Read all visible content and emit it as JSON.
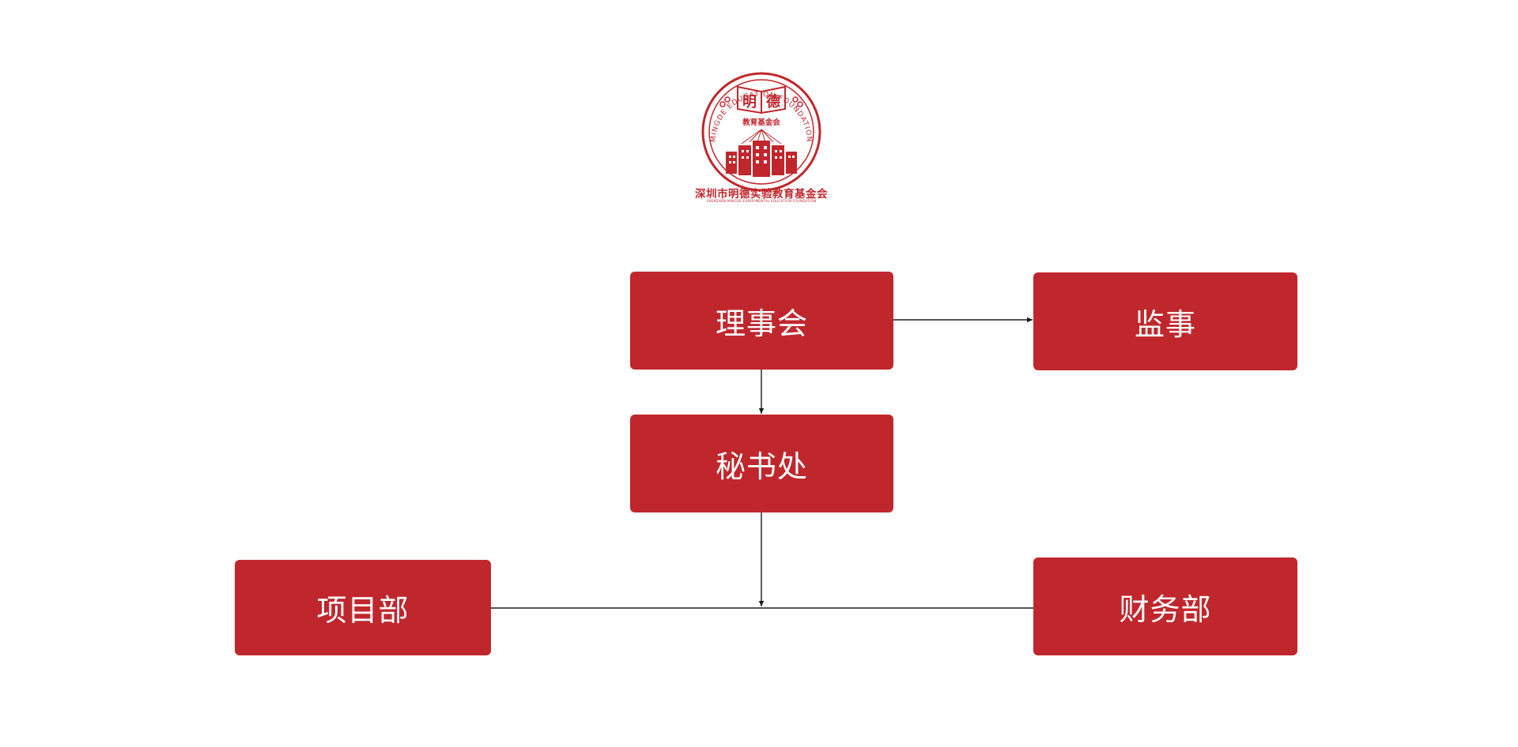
{
  "logo": {
    "seal_chars": [
      "明",
      "德"
    ],
    "seal_subtitle": "教育基金会",
    "seal_ring_text": "MINGDE EDUCATION FOUNDATION",
    "org_name": "深圳市明德实验教育基金会",
    "org_name_en": "SHENZHEN MINGDE EXPERIMENTAL EDUCATION FOUNDATION",
    "color": "#c0272d"
  },
  "nodes": {
    "board": "理事会",
    "supervisor": "监事",
    "secretariat": "秘书处",
    "projects": "项目部",
    "finance": "财务部"
  },
  "edges": [
    {
      "from": "board",
      "to": "supervisor"
    },
    {
      "from": "board",
      "to": "secretariat"
    },
    {
      "from": "secretariat",
      "to": "projects"
    },
    {
      "from": "secretariat",
      "to": "finance"
    }
  ],
  "colors": {
    "node_fill": "#c0272d",
    "node_text": "#ffffff",
    "connector": "#1a1a1a"
  }
}
